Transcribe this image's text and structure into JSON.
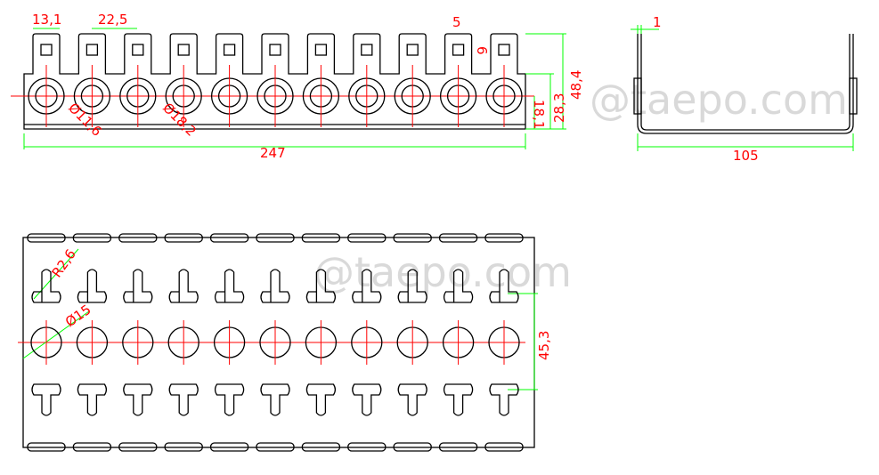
{
  "colors": {
    "outline": "#000000",
    "centerline": "#ff0000",
    "dimension": "#00ff00",
    "dim_text": "#ff0000"
  },
  "watermark": "@taepo.com",
  "front_view": {
    "dims": {
      "tab_width": "13,1",
      "pitch": "22,5",
      "slot_width": "5",
      "slot_height": "6",
      "overall_height": "48,4",
      "body_height": "28,3",
      "hole_center_height": "18,1",
      "length": "247",
      "hole_inner": "Ø11,6",
      "hole_outer": "Ø18,2"
    }
  },
  "side_view": {
    "dims": {
      "thickness": "1",
      "width": "105"
    }
  },
  "plan_view": {
    "dims": {
      "radius": "R2,6",
      "hole_dia": "Ø15",
      "row_spacing": "45,3"
    }
  },
  "count": 11
}
